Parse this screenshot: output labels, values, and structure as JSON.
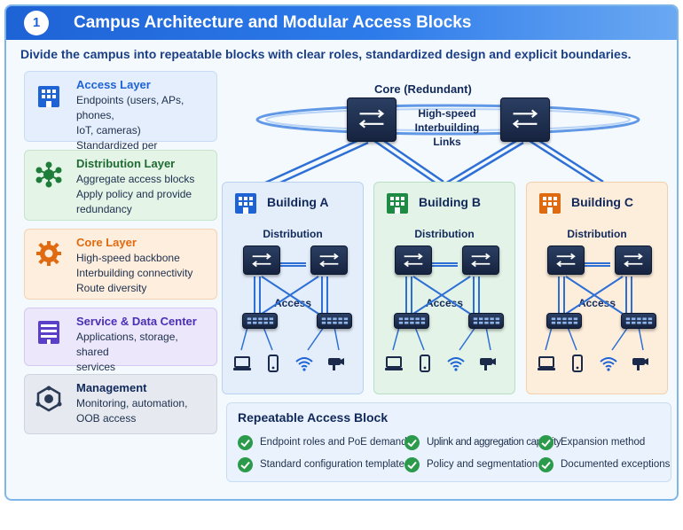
{
  "header": {
    "number": "1",
    "title": "Campus Architecture and Modular Access Blocks"
  },
  "subtitle": "Divide the campus into repeatable blocks with clear roles, standardized design and explicit boundaries.",
  "layers": [
    {
      "title": "Access Layer",
      "lines": [
        "Endpoints (users, APs, phones,",
        "IoT, cameras)",
        "Standardized per building/floor"
      ],
      "color": "#1e63d6"
    },
    {
      "title": "Distribution Layer",
      "lines": [
        "Aggregate access blocks",
        "Apply policy and provide",
        "redundancy"
      ],
      "color": "#1f7d3a"
    },
    {
      "title": "Core Layer",
      "lines": [
        "High-speed backbone",
        "Interbuilding connectivity",
        "Route diversity"
      ],
      "color": "#e06a10"
    },
    {
      "title": "Service & Data Center",
      "lines": [
        "Applications, storage, shared",
        "services"
      ],
      "color": "#5b3fc9"
    },
    {
      "title": "Management",
      "lines": [
        "Monitoring, automation,",
        "OOB access"
      ],
      "color": "#10285a"
    }
  ],
  "core": {
    "title": "Core (Redundant)",
    "links_line1": "High-speed",
    "links_line2": "Interbuilding Links"
  },
  "buildings": [
    {
      "title": "Building A",
      "distribution": "Distribution",
      "access": "Access",
      "color": "#1e63d6"
    },
    {
      "title": "Building B",
      "distribution": "Distribution",
      "access": "Access",
      "color": "#1f8a44"
    },
    {
      "title": "Building C",
      "distribution": "Distribution",
      "access": "Access",
      "color": "#e06a10"
    }
  ],
  "repeat": {
    "title": "Repeatable Access Block",
    "items": [
      "Endpoint roles and PoE demand",
      "Uplink and aggregation capacity",
      "Expansion method",
      "Standard configuration template",
      "Policy and segmentation",
      "Documented exceptions"
    ]
  },
  "icons": {
    "access": "building-icon",
    "distribution": "network-nodes-icon",
    "core": "gear-icon",
    "service": "datacenter-icon",
    "management": "management-hex-icon",
    "devices": [
      "laptop-icon",
      "phone-icon",
      "wifi-icon",
      "camera-icon"
    ]
  },
  "colors": {
    "accent": "#1e63d6",
    "check": "#2c9a4b",
    "switch": "#1b2a4a"
  }
}
